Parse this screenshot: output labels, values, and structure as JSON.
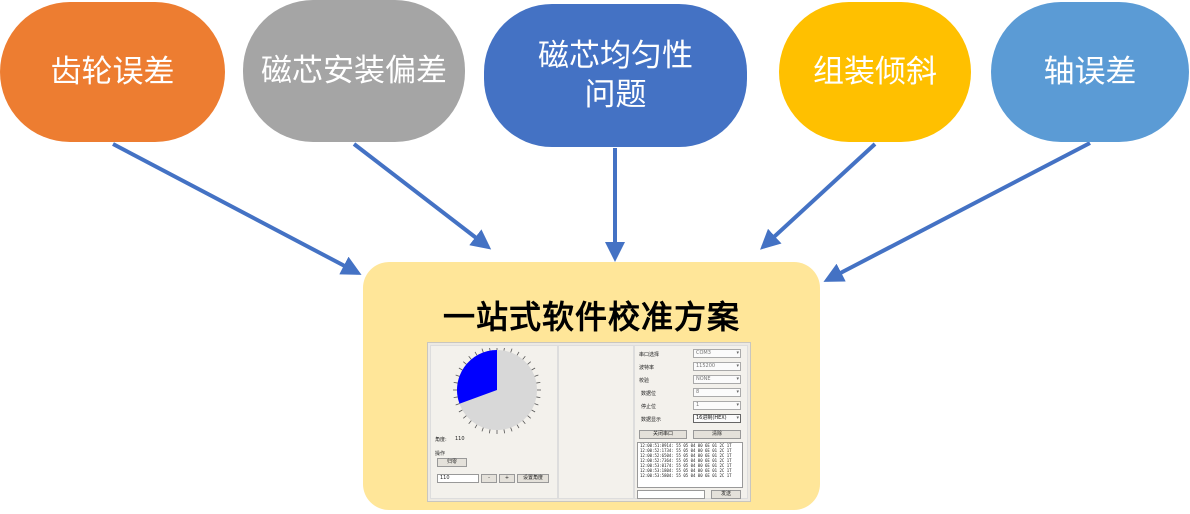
{
  "factors": [
    {
      "label": "齿轮误差",
      "color": "#ED7D31"
    },
    {
      "label": "磁芯安装偏差",
      "color": "#A5A5A5"
    },
    {
      "label": "磁芯均匀性问题",
      "color": "#4472C4"
    },
    {
      "label": "组装倾斜",
      "color": "#FFC000"
    },
    {
      "label": "轴误差",
      "color": "#5B9BD5"
    }
  ],
  "factor3_line1": "磁芯均匀性",
  "factor3_line2": "问题",
  "arrow_color": "#4472C4",
  "solution": {
    "title": "一站式软件校准方案",
    "background": "#FFE699"
  },
  "app": {
    "angle_label": "角度:",
    "angle_value": "110",
    "group_label": "操作",
    "read_button": "归零",
    "angle_input": "110",
    "minus_button": "-",
    "plus_button": "+",
    "set_angle_button": "设置角度",
    "fields": [
      {
        "label": "串口选择",
        "value": "COM3"
      },
      {
        "label": "波特率",
        "value": "115200"
      },
      {
        "label": "校验",
        "value": "NONE"
      },
      {
        "label": "数据位",
        "value": "8"
      },
      {
        "label": "停止位",
        "value": "1"
      },
      {
        "label": "数据显示",
        "value": "16进制(HEX)"
      }
    ],
    "open_port_button": "关闭串口",
    "clear_button": "清除",
    "send_button": "发送",
    "log_lines": [
      "12:00:51:8914: 55 05 04 00 6E 01 2C 1T",
      "12:00:52:1734: 55 05 04 00 6E 01 2C 1T",
      "12:00:52:6504: 55 05 04 00 6E 01 2C 1T",
      "12:00:52:7364: 55 05 04 00 6E 01 2C 1T",
      "12:00:53:0174: 55 05 04 00 6E 01 2C 1T",
      "12:00:53:1804: 55 05 04 00 6E 01 2C 1T",
      "12:00:53:5804: 55 05 04 00 6E 01 2C 1T"
    ],
    "dial_fill_fraction": 0.306,
    "dial_colors": {
      "fill": "#0000FF",
      "track": "#D8D8D8",
      "tick": "#555555"
    }
  }
}
